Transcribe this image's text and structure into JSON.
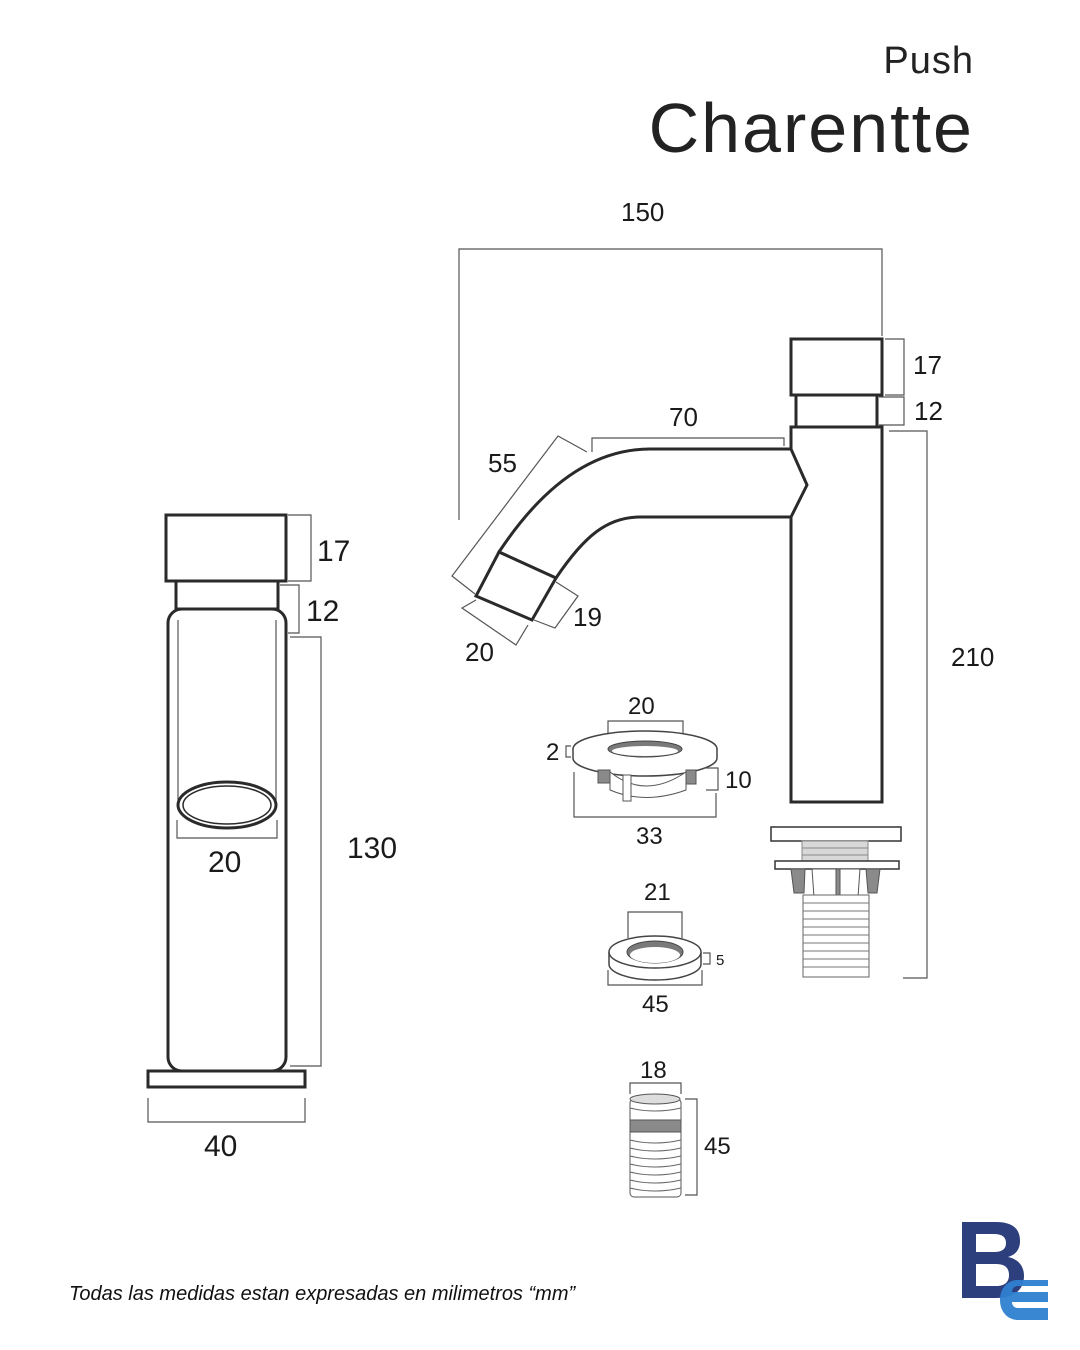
{
  "header": {
    "subtitle": "Push",
    "title": "Charentte"
  },
  "footnote": "Todas las medidas estan expresadas en milimetros “mm”",
  "colors": {
    "line": "#2a2a2a",
    "dimension_line": "#555555",
    "logo_dark": "#2d3f7c",
    "logo_light": "#2e7fd0"
  },
  "front_view": {
    "dims": {
      "button_height": "17",
      "collar_height": "12",
      "spout_diameter": "20",
      "body_height": "130",
      "base_width": "40"
    }
  },
  "side_view": {
    "dims": {
      "total_reach": "150",
      "button_height": "17",
      "collar_height": "12",
      "spout_length": "70",
      "bend_length": "55",
      "outlet_length": "19",
      "outlet_width": "20",
      "total_height": "210"
    }
  },
  "parts": {
    "flange": {
      "inner": "20",
      "thickness": "2",
      "height": "10",
      "outer": "33"
    },
    "washer": {
      "inner": "21",
      "thickness": "5",
      "outer": "45"
    },
    "threaded_rod": {
      "diameter": "18",
      "length": "45"
    }
  },
  "logo": {
    "alt": "BE"
  }
}
